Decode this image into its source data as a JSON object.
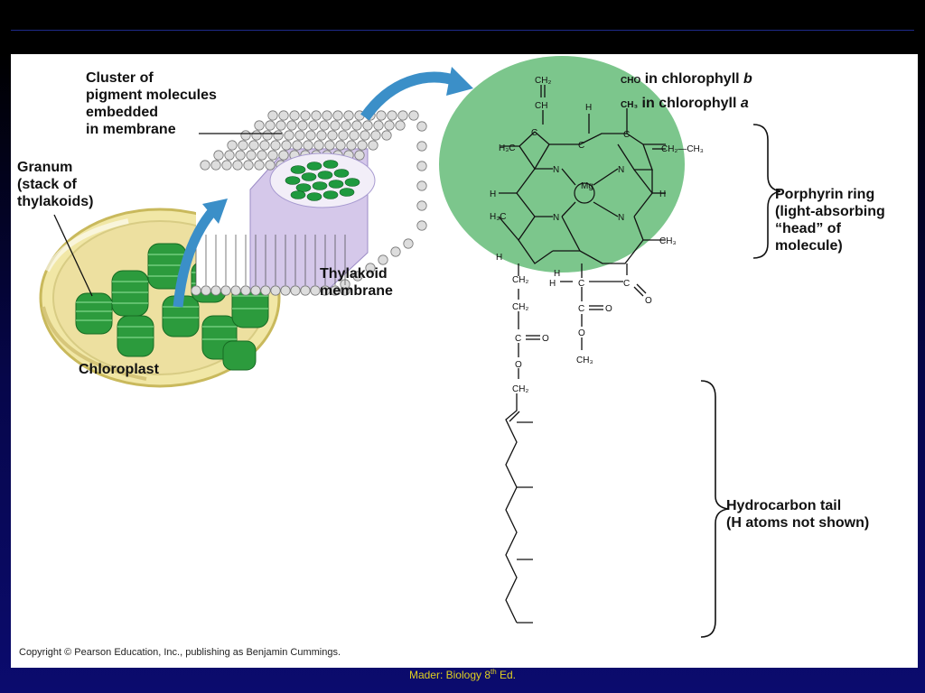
{
  "labels": {
    "cluster": [
      "Cluster of",
      "pigment molecules",
      "embedded",
      "in membrane"
    ],
    "granum": [
      "Granum",
      "(stack of",
      "thylakoids)"
    ],
    "thylakoid": [
      "Thylakoid",
      "membrane"
    ],
    "chloroplast": "Chloroplast",
    "cho_prefix": "CHO",
    "cho_text": "in chlorophyll",
    "cho_letter": "b",
    "ch3_prefix": "CH₃",
    "ch3_text": "in chlorophyll",
    "ch3_letter": "a",
    "porphyrin": [
      "Porphyrin ring",
      "(light-absorbing",
      "“head” of",
      "molecule)"
    ],
    "hydrocarbon": [
      "Hydrocarbon tail",
      "(H atoms not shown)"
    ]
  },
  "copyright": "Copyright © Pearson Education, Inc., publishing as Benjamin Cummings.",
  "footer": {
    "text": "Mader: Biology 8",
    "sup": "th",
    "tail": " Ed."
  },
  "molecule": {
    "mg": "Mg",
    "atoms": [
      "CH₂",
      "CH",
      "H",
      "H₃C",
      "C",
      "N",
      "CH₂—CH₃",
      "H",
      "C",
      "H₃C",
      "CH₃",
      "H",
      "H",
      "CH₂",
      "CH₂",
      "C",
      "O",
      "O",
      "CH₂",
      "C",
      "O",
      "O",
      "CH₃",
      "H"
    ]
  },
  "colors": {
    "accent": "#3b8fc8",
    "ring": "#7cc68c",
    "pigment": "#1f9a3f",
    "footer": "#e0d020"
  }
}
